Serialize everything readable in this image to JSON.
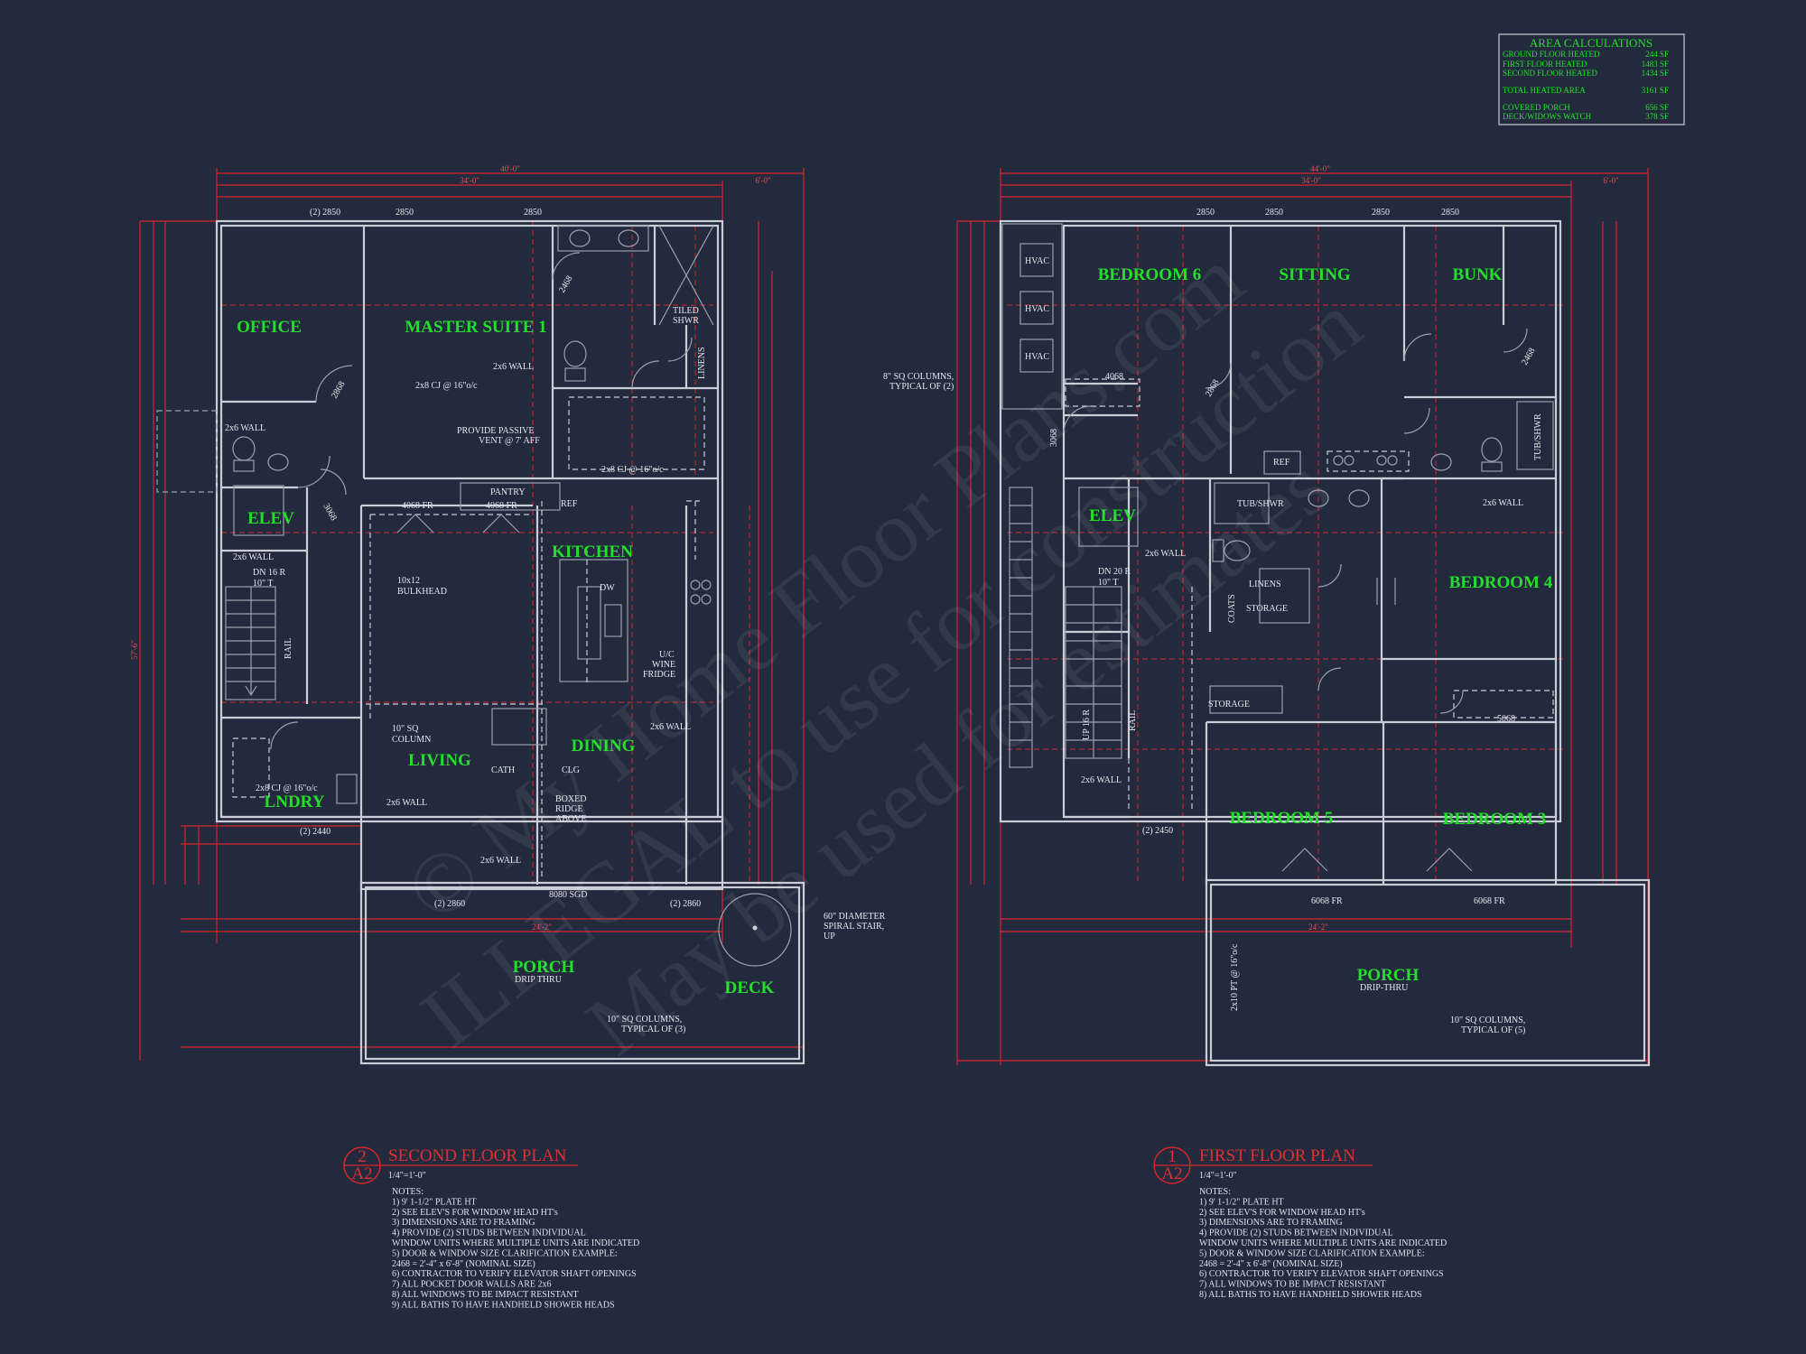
{
  "area_calculations": {
    "title": "AREA CALCULATIONS",
    "rows": [
      {
        "label": "GROUND FLOOR HEATED",
        "value": "244 SF"
      },
      {
        "label": "FIRST FLOOR HEATED",
        "value": "1483 SF"
      },
      {
        "label": "SECOND FLOOR HEATED",
        "value": "1434 SF"
      },
      {
        "label": "TOTAL HEATED AREA",
        "value": "3161 SF"
      },
      {
        "label": "COVERED PORCH",
        "value": "656 SF"
      },
      {
        "label": "DECK/WIDOWS WATCH",
        "value": "378 SF"
      }
    ]
  },
  "watermark": {
    "line1": "© My Home Floor Plans.com",
    "line2": "ILLEGAL to use for construction",
    "line3": "May be used for estimates"
  },
  "second_floor": {
    "rooms": {
      "office": "OFFICE",
      "master": "MASTER SUITE 1",
      "elev": "ELEV",
      "kitchen": "KITCHEN",
      "living": "LIVING",
      "dining": "DINING",
      "lndry": "LNDRY",
      "porch": "PORCH",
      "deck": "DECK"
    },
    "labels": {
      "w2850a": "(2) 2850",
      "w2850b": "2850",
      "w2850c": "2850",
      "joist_master": "2x8 CJ @ 16\"o/c",
      "joist_bath": "2x8 CJ @ 16\"o/c",
      "joist_lndry": "2x8 CJ @ 16\"o/c",
      "wall1": "2x6 WALL",
      "wall2": "2x6 WALL",
      "wall3": "2x6 WALL",
      "wall4": "2x6 WALL",
      "wall5": "2x6 WALL",
      "wall6": "2x6 WALL",
      "passive1": "PROVIDE PASSIVE",
      "passive2": "VENT @ 7' AFF",
      "tiled1": "TILED",
      "tiled2": "SHWR",
      "linens": "LINENS",
      "pantry": "PANTRY",
      "ref": "REF",
      "fr1": "4068 FR",
      "fr2": "4068 FR",
      "bulk1": "10x12",
      "bulk2": "BULKHEAD",
      "dn": "DN 16 R",
      "dn2": "10\" T",
      "rail": "RAIL",
      "dw": "DW",
      "uc1": "U/C",
      "uc2": "WINE",
      "uc3": "FRIDGE",
      "col1": "10\" SQ",
      "col2": "COLUMN",
      "cath": "CATH",
      "clg": "CLG",
      "box1": "BOXED",
      "box2": "RIDGE",
      "box3": "ABOVE",
      "sgd": "8080 SGD",
      "w2860a": "(2) 2860",
      "w2860b": "(2) 2860",
      "w2440": "(2) 2440",
      "drip": "DRIP THRU",
      "spiral1": "60\" DIAMETER",
      "spiral2": "SPIRAL STAIR,",
      "spiral3": "UP",
      "cols1": "10\" SQ COLUMNS,",
      "cols2": "TYPICAL OF (3)",
      "d2868": "2868",
      "d2468": "2468",
      "d3068": "3068"
    },
    "dims": {
      "top_overall": "40'-0\"",
      "top_sub": "34'-0\"",
      "top_right": "6'-0\"",
      "bottom": "24'-2\"",
      "left": "57'-6\""
    },
    "title_block": {
      "num": "2",
      "sheet": "A2",
      "title": "SECOND FLOOR PLAN",
      "scale": "1/4\"=1'-0\""
    },
    "notes": [
      "NOTES:",
      "1) 9' 1-1/2\" PLATE HT",
      "2) SEE ELEV'S FOR WINDOW HEAD HT's",
      "3) DIMENSIONS ARE TO FRAMING",
      "4) PROVIDE (2) STUDS BETWEEN INDIVIDUAL",
      "    WINDOW UNITS WHERE MULTIPLE UNITS ARE INDICATED",
      "5) DOOR & WINDOW SIZE CLARIFICATION EXAMPLE:",
      "    2468 = 2'-4\" x 6'-8\" (NOMINAL SIZE)",
      "6) CONTRACTOR TO VERIFY ELEVATOR SHAFT OPENINGS",
      "7) ALL POCKET DOOR WALLS ARE 2x6",
      "8) ALL WINDOWS TO BE IMPACT RESISTANT",
      "9) ALL BATHS TO HAVE HANDHELD SHOWER HEADS"
    ]
  },
  "first_floor": {
    "rooms": {
      "bed6": "BEDROOM 6",
      "sitting": "SITTING",
      "bunk": "BUNK",
      "elev": "ELEV",
      "bed4": "BEDROOM 4",
      "bed5": "BEDROOM 5",
      "bed3": "BEDROOM 3",
      "porch": "PORCH"
    },
    "labels": {
      "hvac1": "HVAC",
      "hvac2": "HVAC",
      "hvac3": "HVAC",
      "cols1": "8\" SQ COLUMNS,",
      "cols2": "TYPICAL OF (2)",
      "w2850a": "2850",
      "w2850b": "2850",
      "w2850c": "2850",
      "w2850d": "2850",
      "d4068": "4068",
      "ref": "REF",
      "tubshwr": "TUB/SHWR",
      "tubshwr2": "TUB/SHWR",
      "wall1": "2x6 WALL",
      "wall2": "2x6 WALL",
      "wall3": "2x6 WALL",
      "linens": "LINENS",
      "storage1": "STORAGE",
      "storage2": "STORAGE",
      "coats": "COATS",
      "dn": "DN 20 R",
      "dn2": "10\" T",
      "up": "UP 16 R",
      "rail": "RAIL",
      "fr1": "6068 FR",
      "fr2": "6068 FR",
      "d5068": "5068",
      "w2450": "(2) 2450",
      "pt": "2x10 PT @ 16\"o/c",
      "drip": "DRIP-THRU",
      "colsp1": "10\" SQ COLUMNS,",
      "colsp2": "TYPICAL OF (5)",
      "d2868": "2868",
      "d2468": "2468",
      "d3068": "3068"
    },
    "dims": {
      "top_overall": "44'-0\"",
      "top_sub": "34'-0\"",
      "top_right": "6'-0\"",
      "bottom": "24'-2\""
    },
    "title_block": {
      "num": "1",
      "sheet": "A2",
      "title": "FIRST FLOOR PLAN",
      "scale": "1/4\"=1'-0\""
    },
    "notes": [
      "NOTES:",
      "1) 9' 1-1/2\" PLATE HT",
      "2) SEE ELEV'S FOR WINDOW HEAD HT's",
      "3) DIMENSIONS ARE TO FRAMING",
      "4) PROVIDE (2) STUDS BETWEEN INDIVIDUAL",
      "    WINDOW UNITS WHERE MULTIPLE UNITS ARE INDICATED",
      "5) DOOR & WINDOW SIZE CLARIFICATION EXAMPLE:",
      "    2468 = 2'-4\" x 6'-8\" (NOMINAL SIZE)",
      "6) CONTRACTOR TO VERIFY ELEVATOR SHAFT OPENINGS",
      "7) ALL WINDOWS TO BE IMPACT RESISTANT",
      "8) ALL BATHS TO HAVE HANDHELD SHOWER HEADS"
    ]
  }
}
